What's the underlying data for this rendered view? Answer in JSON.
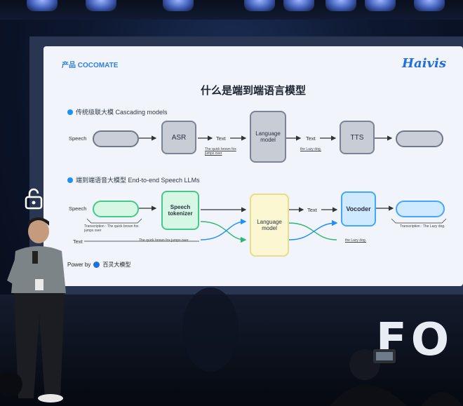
{
  "slide": {
    "brand": "产品 COCOMATE",
    "logo": "Haivis",
    "title": "什么是端到端语言模型",
    "section1": "传统级联大模 Cascading models",
    "section2": "端到端语音大模型 End-to-end Speech LLMs",
    "row1": {
      "speech_label": "Speech",
      "asr": "ASR",
      "text1": "Text",
      "caption1": "The quick brown fox jumps over",
      "lm": "Language model",
      "text2": "Text",
      "caption2": "the Lazy dog.",
      "tts": "TTS"
    },
    "row2": {
      "speech_label": "Speech",
      "tokenizer": "Speech tokenizer",
      "text_label": "Text",
      "transcription_left": "Transcription : The quick brown fox jumps over",
      "caption_text": "The quick brown fox jumps over",
      "lm": "Language model",
      "text_out": "Text",
      "vocoder": "Vocoder",
      "caption_vocoder": "the Lazy dog.",
      "transcription_right": "Transcription : The Lazy dog."
    },
    "powered_by": "Power by",
    "powered_name": "百灵大模型"
  },
  "backdrop_text": "FO",
  "colors": {
    "accent_blue": "#1e8fff",
    "green": "#45c98a",
    "yellow": "#e6dc8c",
    "gray": "#7b8394"
  }
}
